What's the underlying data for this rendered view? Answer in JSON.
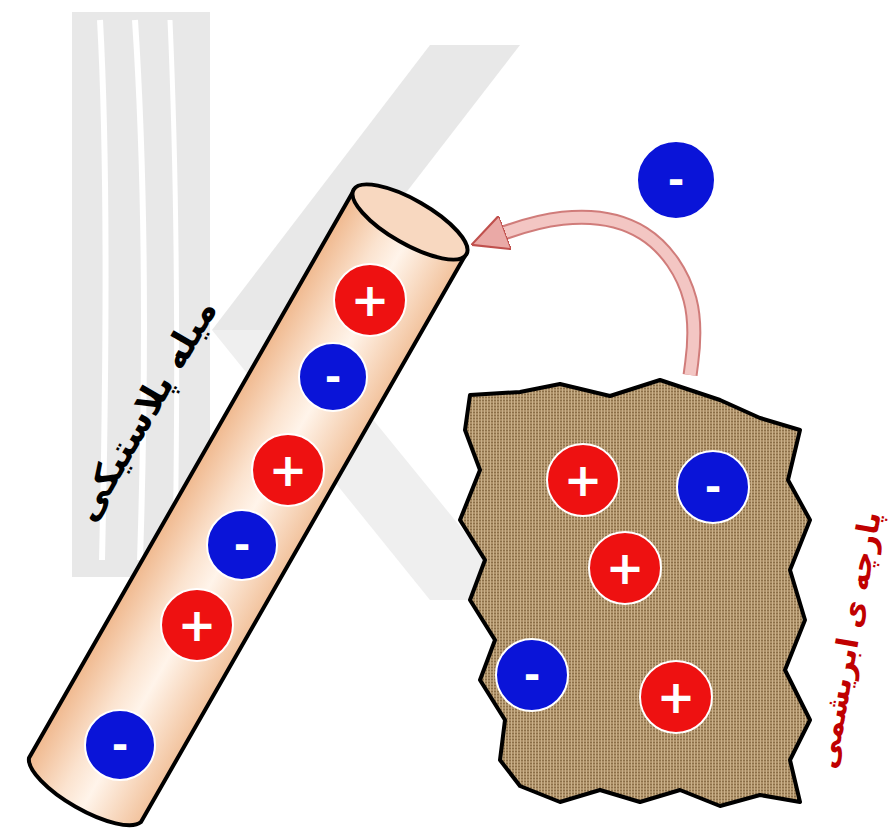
{
  "diagram": {
    "nodes": [
      {
        "text": [
          "میله پلاستیکی"
        ]
      },
      {
        "text": [
          "+"
        ],
        "in": 0
      },
      {
        "text": [
          "-"
        ],
        "in": 0
      },
      {
        "text": [
          "+"
        ],
        "in": 0
      },
      {
        "text": [
          "-"
        ],
        "in": 0
      },
      {
        "text": [
          "+"
        ],
        "in": 0
      },
      {
        "text": [
          "-"
        ],
        "in": 0
      },
      {
        "text": [
          "پارچه ی ابریشمی"
        ]
      },
      {
        "text": [
          "+"
        ],
        "in": 7
      },
      {
        "text": [
          "-"
        ],
        "in": 7
      },
      {
        "text": [
          "+"
        ],
        "in": 7
      },
      {
        "text": [
          "-"
        ],
        "in": 7
      },
      {
        "text": [
          "+"
        ],
        "in": 7
      },
      {
        "text": [
          "-"
        ]
      }
    ],
    "edges": [
      {
        "from": 7,
        "to": 0,
        "arrow": "to"
      }
    ]
  }
}
